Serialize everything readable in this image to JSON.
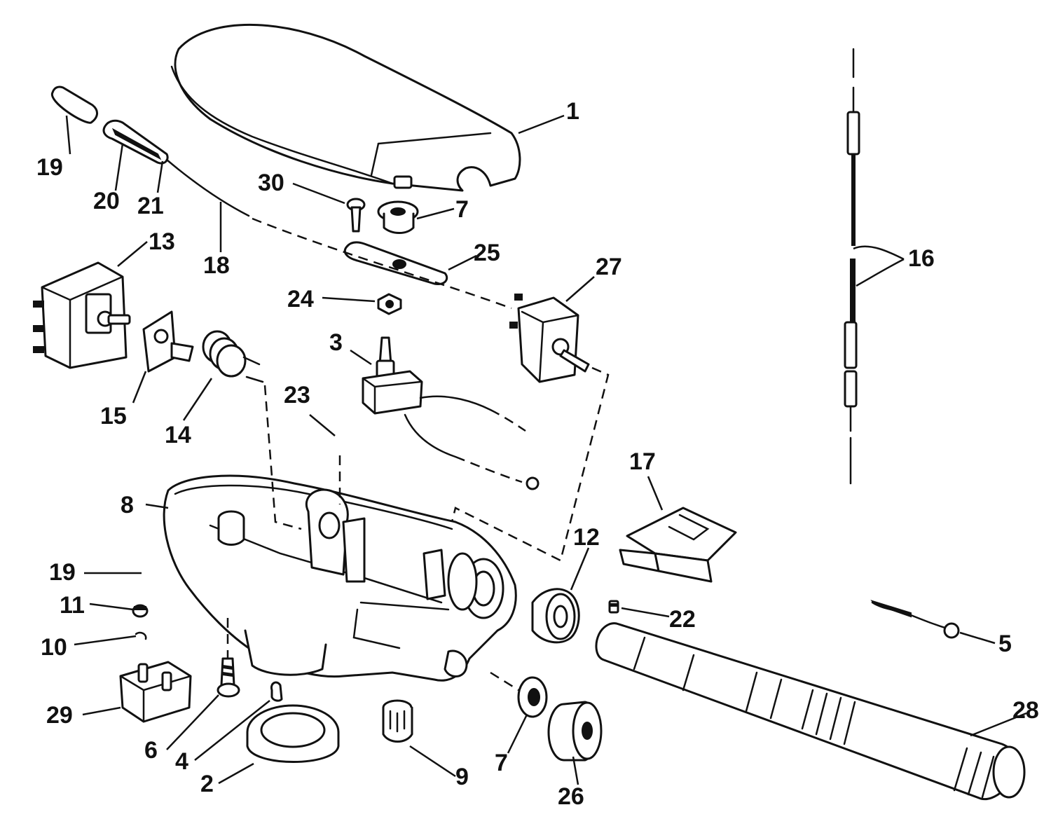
{
  "callouts": {
    "c1": "1",
    "c2": "2",
    "c3": "3",
    "c4": "4",
    "c5": "5",
    "c6": "6",
    "c7a": "7",
    "c7b": "7",
    "c8": "8",
    "c9": "9",
    "c10": "10",
    "c11": "11",
    "c12": "12",
    "c13": "13",
    "c14": "14",
    "c15": "15",
    "c16": "16",
    "c17": "17",
    "c18": "18",
    "c19a": "19",
    "c19b": "19",
    "c20": "20",
    "c21": "21",
    "c22": "22",
    "c23": "23",
    "c24": "24",
    "c25": "25",
    "c26": "26",
    "c27": "27",
    "c28": "28",
    "c29": "29",
    "c30": "30"
  }
}
